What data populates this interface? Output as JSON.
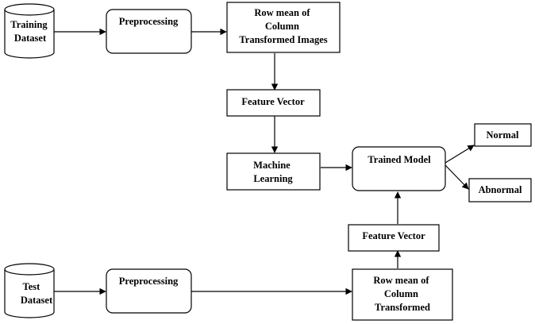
{
  "nodes": {
    "training_dataset": [
      "Training",
      "Dataset"
    ],
    "preprocessing_top": [
      "Preprocessing"
    ],
    "row_mean_top": [
      "Row mean of",
      "Column",
      "Transformed Images"
    ],
    "feature_vector_top": [
      "Feature Vector"
    ],
    "machine_learning": [
      "Machine",
      "Learning"
    ],
    "trained_model": [
      "Trained Model"
    ],
    "normal": [
      "Normal"
    ],
    "abnormal": [
      "Abnormal"
    ],
    "feature_vector_bottom": [
      "Feature Vector"
    ],
    "test_dataset": [
      "Test",
      "Dataset"
    ],
    "preprocessing_bottom": [
      "Preprocessing"
    ],
    "row_mean_bottom": [
      "Row mean of",
      "Column",
      "Transformed"
    ]
  },
  "edges": [
    [
      "training_dataset",
      "preprocessing_top"
    ],
    [
      "preprocessing_top",
      "row_mean_top"
    ],
    [
      "row_mean_top",
      "feature_vector_top"
    ],
    [
      "feature_vector_top",
      "machine_learning"
    ],
    [
      "machine_learning",
      "trained_model"
    ],
    [
      "trained_model",
      "normal"
    ],
    [
      "trained_model",
      "abnormal"
    ],
    [
      "test_dataset",
      "preprocessing_bottom"
    ],
    [
      "preprocessing_bottom",
      "row_mean_bottom"
    ],
    [
      "row_mean_bottom",
      "feature_vector_bottom"
    ],
    [
      "feature_vector_bottom",
      "trained_model"
    ]
  ]
}
